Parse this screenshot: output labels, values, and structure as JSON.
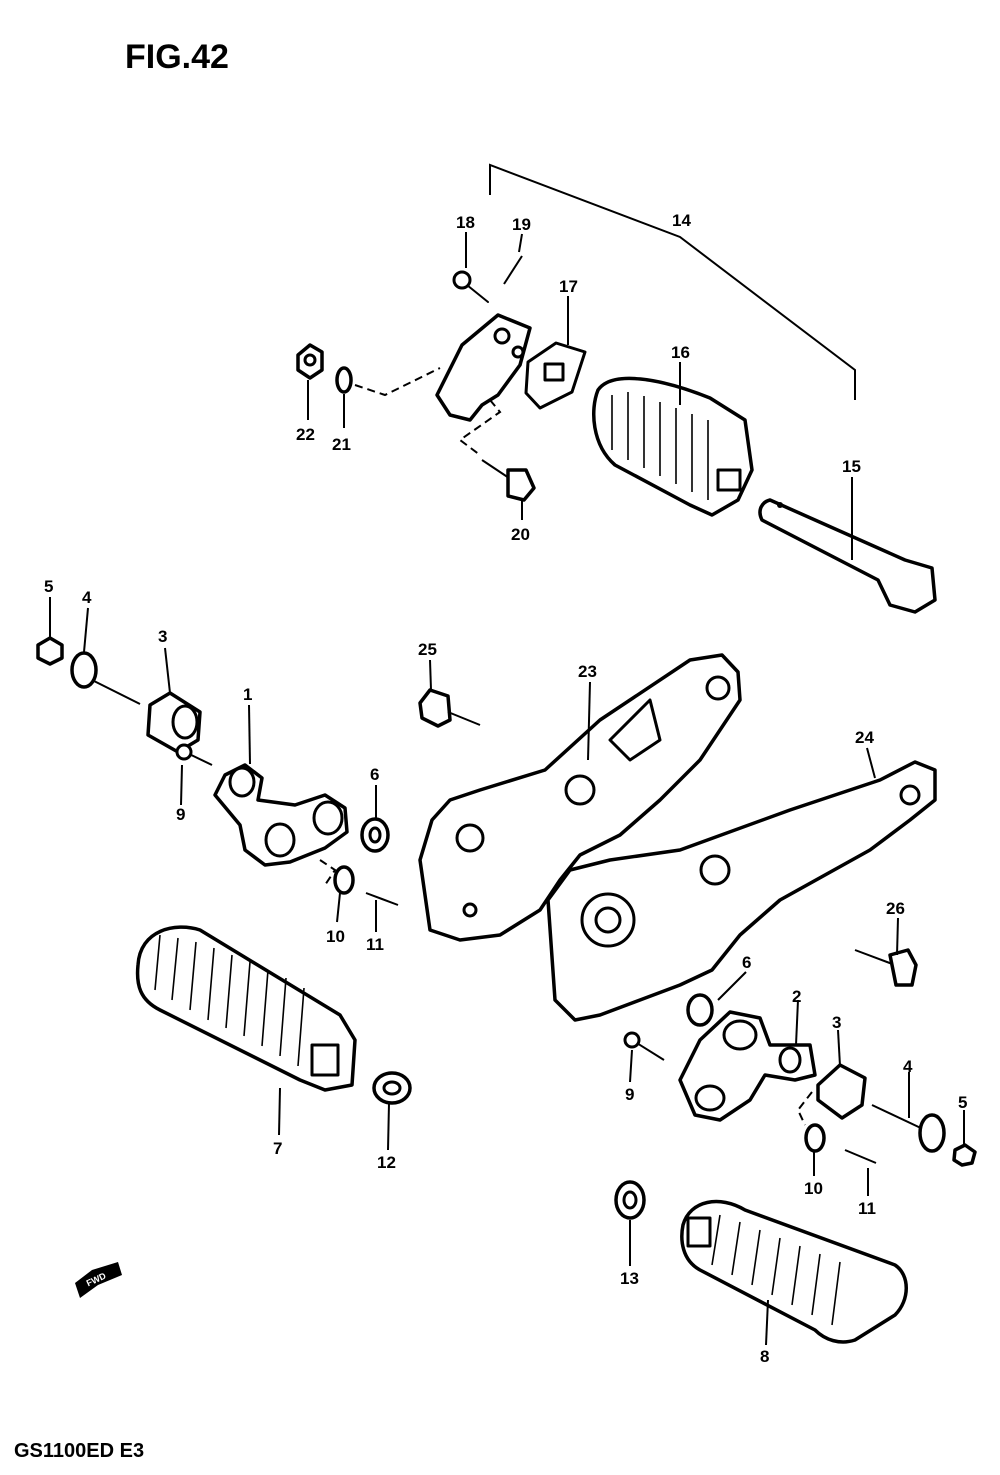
{
  "title": "FIG.42",
  "model": "GS1100ED E3",
  "fwd_label": "FWD",
  "callouts": [
    {
      "id": "c18",
      "text": "18"
    },
    {
      "id": "c19",
      "text": "19"
    },
    {
      "id": "c14",
      "text": "14"
    },
    {
      "id": "c17",
      "text": "17"
    },
    {
      "id": "c16",
      "text": "16"
    },
    {
      "id": "c22",
      "text": "22"
    },
    {
      "id": "c21",
      "text": "21"
    },
    {
      "id": "c20",
      "text": "20"
    },
    {
      "id": "c15",
      "text": "15"
    },
    {
      "id": "c5a",
      "text": "5"
    },
    {
      "id": "c4a",
      "text": "4"
    },
    {
      "id": "c3a",
      "text": "3"
    },
    {
      "id": "c1",
      "text": "1"
    },
    {
      "id": "c9a",
      "text": "9"
    },
    {
      "id": "c25",
      "text": "25"
    },
    {
      "id": "c23",
      "text": "23"
    },
    {
      "id": "c24",
      "text": "24"
    },
    {
      "id": "c6a",
      "text": "6"
    },
    {
      "id": "c10a",
      "text": "10"
    },
    {
      "id": "c11a",
      "text": "11"
    },
    {
      "id": "c26",
      "text": "26"
    },
    {
      "id": "c7",
      "text": "7"
    },
    {
      "id": "c12",
      "text": "12"
    },
    {
      "id": "c6b",
      "text": "6"
    },
    {
      "id": "c2",
      "text": "2"
    },
    {
      "id": "c3b",
      "text": "3"
    },
    {
      "id": "c4b",
      "text": "4"
    },
    {
      "id": "c5b",
      "text": "5"
    },
    {
      "id": "c9b",
      "text": "9"
    },
    {
      "id": "c10b",
      "text": "10"
    },
    {
      "id": "c11b",
      "text": "11"
    },
    {
      "id": "c13",
      "text": "13"
    },
    {
      "id": "c8",
      "text": "8"
    }
  ]
}
